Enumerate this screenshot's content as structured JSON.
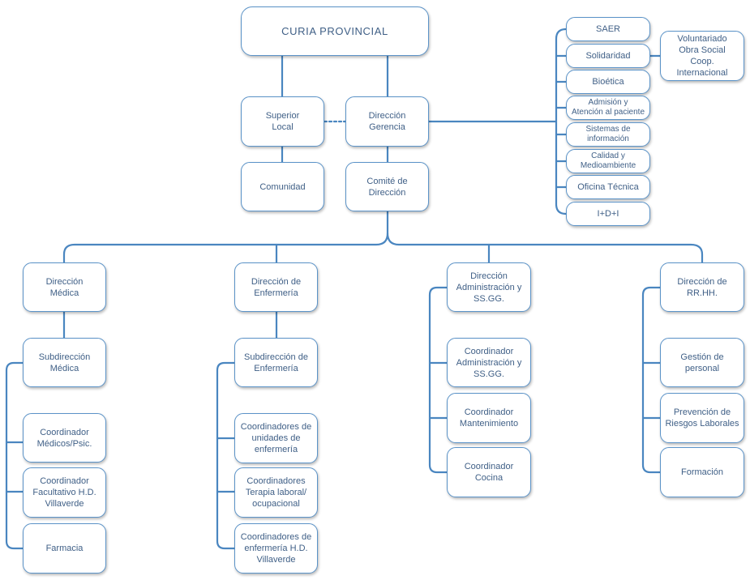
{
  "org_chart": {
    "root": "CURIA PROVINCIAL",
    "superior_local": "Superior\nLocal",
    "comunidad": "Comunidad",
    "direccion_gerencia": "Dirección\nGerencia",
    "comite_direccion": "Comité de\nDirección",
    "right_units": [
      "SAER",
      "Solidaridad",
      "Bioética",
      "Admisión y\nAtención al paciente",
      "Sistemas de\ninformación",
      "Calidad y\nMedioambiente",
      "Oficina Técnica",
      "I+D+I"
    ],
    "voluntariado": "Voluntariado\nObra Social\nCoop. Internacional",
    "medica": {
      "head": "Dirección\nMédica",
      "sub": "Subdirección\nMédica",
      "items": [
        "Coordinador\nMédicos/Psic.",
        "Coordinador\nFacultativo H.D.\nVillaverde",
        "Farmacia"
      ]
    },
    "enfermeria": {
      "head": "Dirección de\nEnfermería",
      "sub": "Subdirección de\nEnfermería",
      "items": [
        "Coordinadores de\nunidades de\nenfermería",
        "Coordinadores\nTerapia laboral/\nocupacional",
        "Coordinadores de\nenfermería H.D.\nVillaverde"
      ]
    },
    "administracion": {
      "head": "Dirección\nAdministración y\nSS.GG.",
      "items": [
        "Coordinador\nAdministración y\nSS.GG.",
        "Coordinador\nMantenimiento",
        "Coordinador\nCocina"
      ]
    },
    "rrhh": {
      "head": "Dirección de\nRR.HH.",
      "items": [
        "Gestión de\npersonal",
        "Prevención de\nRiesgos Laborales",
        "Formación"
      ]
    },
    "colors": {
      "line": "#4a86c0",
      "border": "#5b93c8",
      "text": "#3f5f86"
    }
  }
}
